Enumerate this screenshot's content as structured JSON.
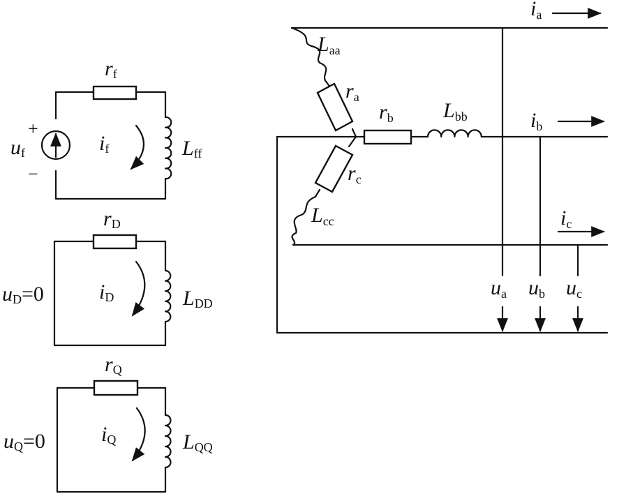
{
  "field_circuit": {
    "r": "r",
    "r_sub": "f",
    "i": "i",
    "i_sub": "f",
    "L": "L",
    "L_sub": "ff",
    "u": "u",
    "u_sub": "f",
    "plus": "+",
    "minus": "−"
  },
  "d_circuit": {
    "r": "r",
    "r_sub": "D",
    "i": "i",
    "i_sub": "D",
    "L": "L",
    "L_sub": "DD",
    "u": "u",
    "u_sub": "D",
    "u_value": "=0"
  },
  "q_circuit": {
    "r": "r",
    "r_sub": "Q",
    "i": "i",
    "i_sub": "Q",
    "L": "L",
    "L_sub": "QQ",
    "u": "u",
    "u_sub": "Q",
    "u_value": "=0"
  },
  "stator": {
    "L_aa": {
      "main": "L",
      "sub": "aa"
    },
    "r_a": {
      "main": "r",
      "sub": "a"
    },
    "r_b": {
      "main": "r",
      "sub": "b"
    },
    "L_bb": {
      "main": "L",
      "sub": "bb"
    },
    "r_c": {
      "main": "r",
      "sub": "c"
    },
    "L_cc": {
      "main": "L",
      "sub": "cc"
    },
    "i_a": {
      "main": "i",
      "sub": "a"
    },
    "i_b": {
      "main": "i",
      "sub": "b"
    },
    "i_c": {
      "main": "i",
      "sub": "c"
    },
    "u_a": {
      "main": "u",
      "sub": "a"
    },
    "u_b": {
      "main": "u",
      "sub": "b"
    },
    "u_c": {
      "main": "u",
      "sub": "c"
    }
  }
}
